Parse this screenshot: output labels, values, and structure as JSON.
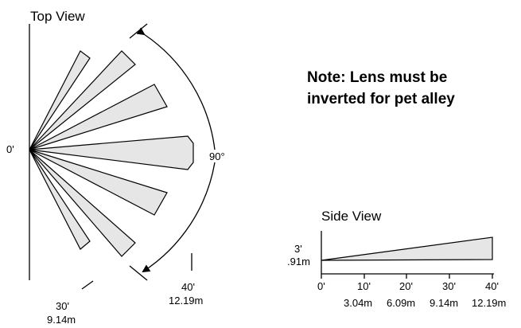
{
  "top_view": {
    "title": "Top View",
    "origin_label": "0'",
    "angle_label": "90°",
    "range_30_ft": "30'",
    "range_30_m": "9.14m",
    "range_40_ft": "40'",
    "range_40_m": "12.19m"
  },
  "note": {
    "line1": "Note: Lens must be",
    "line2": "inverted for pet alley"
  },
  "side_view": {
    "title": "Side View",
    "height_ft": "3'",
    "height_m": ".91m",
    "ticks": [
      {
        "ft": "0'",
        "m": ""
      },
      {
        "ft": "10'",
        "m": "3.04m"
      },
      {
        "ft": "20'",
        "m": "6.09m"
      },
      {
        "ft": "30'",
        "m": "9.14m"
      },
      {
        "ft": "40'",
        "m": "12.19m"
      }
    ]
  },
  "colors": {
    "zone_fill": "#e6e6e6",
    "stroke": "#000000"
  }
}
